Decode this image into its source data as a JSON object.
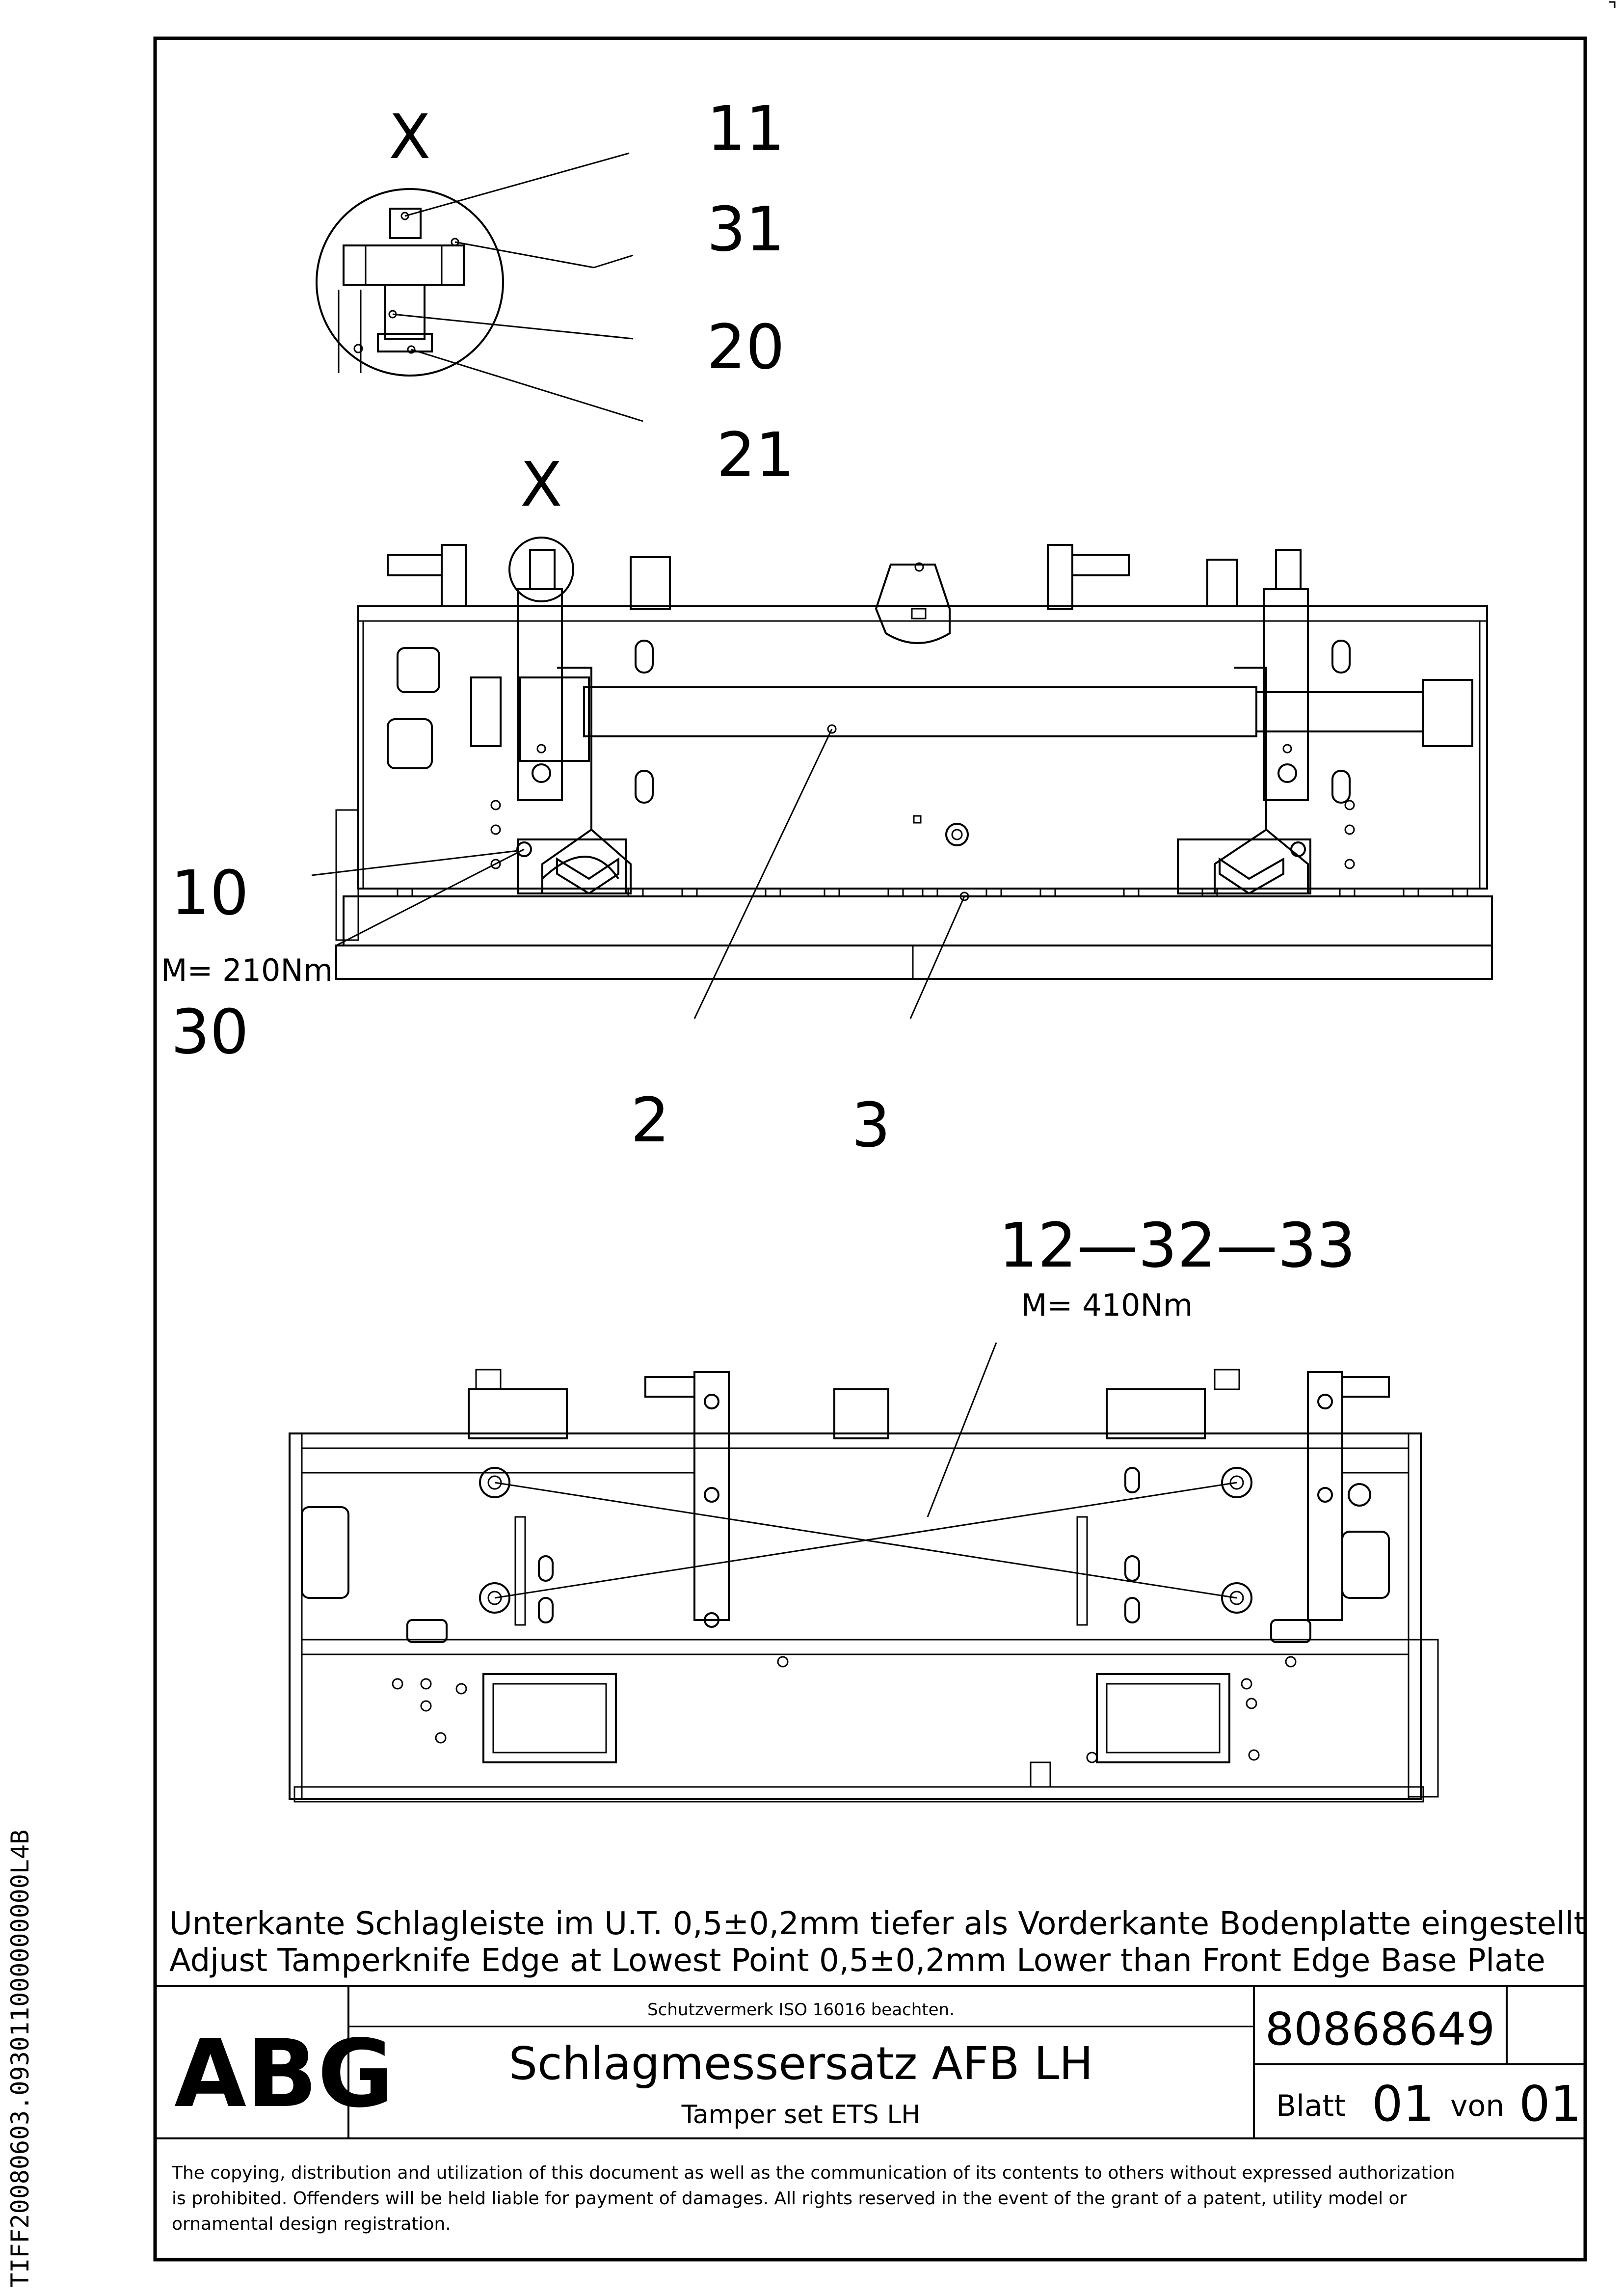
{
  "callouts": {
    "detail_x_top": "X",
    "c11": "11",
    "c31": "31",
    "c20": "20",
    "c21": "21",
    "detail_x_marker": "X",
    "c10": "10",
    "torque_10": "M= 210Nm",
    "c30": "30",
    "c2": "2",
    "c3": "3",
    "c12_32_33": "12—32—33",
    "torque_12": "M= 410Nm"
  },
  "notes": {
    "line_de": "Unterkante Schlagleiste im U.T. 0,5±0,2mm tiefer als Vorderkante Bodenplatte eingestellt",
    "line_en": "Adjust Tamperknife Edge at Lowest Point 0,5±0,2mm Lower than Front Edge Base Plate"
  },
  "title_block": {
    "logo": "ABG",
    "protection_note": "Schutzvermerk ISO 16016 beachten.",
    "title_de": "Schlagmessersatz AFB LH",
    "title_en": "Tamper set ETS LH",
    "doc_number": "80868649",
    "sheet_label": "Blatt",
    "sheet_number": "01",
    "of_label": "von",
    "sheet_total": "01"
  },
  "copyright": {
    "line1": "The copying, distribution and utilization of this document as well as the communication of its contents to others without expressed authorization",
    "line2": "is prohibited. Offenders will be held liable for payment of damages. All rights reserved in the event of the grant of a patent, utility model or",
    "line3": "ornamental design registration."
  },
  "side_code": "TIFF20080603.093011000000000L4B",
  "colors": {
    "ink": "#000000",
    "paper": "#ffffff"
  }
}
